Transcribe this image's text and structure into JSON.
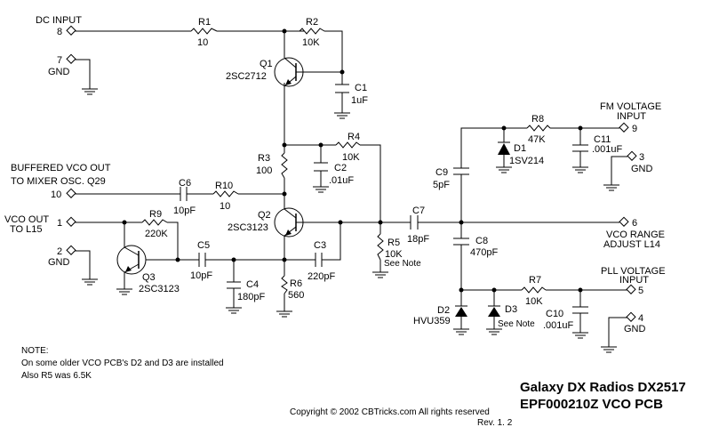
{
  "title": {
    "line1": "Galaxy DX Radios DX2517",
    "line2": "EPF000210Z  VCO PCB"
  },
  "copyright": "Copyright © 2002 CBTricks.com  All rights reserved",
  "revision": "Rev. 1. 2",
  "note": {
    "heading": "NOTE:",
    "lines": [
      "On some older VCO PCB's D2 and D3 are installed",
      "Also R5 was 6.5K"
    ]
  },
  "terminals": {
    "t8": {
      "num": "8",
      "label": "DC INPUT"
    },
    "t7": {
      "num": "7",
      "label": "GND"
    },
    "t10": {
      "num": "10",
      "label1": "BUFFERED VCO OUT",
      "label2": "TO MIXER OSC.  Q29"
    },
    "t1": {
      "num": "1",
      "label1": "VCO OUT",
      "label2": "TO  L15"
    },
    "t2": {
      "num": "2",
      "label": "GND"
    },
    "t9": {
      "num": "9",
      "label1": "FM  VOLTAGE",
      "label2": "INPUT"
    },
    "t3": {
      "num": "3",
      "label": "GND"
    },
    "t6": {
      "num": "6",
      "label1": "VCO RANGE",
      "label2": "ADJUST L14"
    },
    "t5": {
      "num": "5",
      "label1": "PLL VOLTAGE",
      "label2": "INPUT"
    },
    "t4": {
      "num": "4",
      "label": "GND"
    }
  },
  "components": {
    "R1": {
      "ref": "R1",
      "value": "10"
    },
    "R2": {
      "ref": "R2",
      "value": "10K"
    },
    "R3": {
      "ref": "R3",
      "value": "100"
    },
    "R4": {
      "ref": "R4",
      "value": "10K"
    },
    "R5": {
      "ref": "R5",
      "value": "10K",
      "note": "See Note"
    },
    "R6": {
      "ref": "R6",
      "value": "560"
    },
    "R7": {
      "ref": "R7",
      "value": "10K"
    },
    "R8": {
      "ref": "R8",
      "value": "47K"
    },
    "R9": {
      "ref": "R9",
      "value": "220K"
    },
    "R10": {
      "ref": "R10",
      "value": "10"
    },
    "C1": {
      "ref": "C1",
      "value": "1uF"
    },
    "C2": {
      "ref": "C2",
      "value": ".01uF"
    },
    "C3": {
      "ref": "C3",
      "value": "220pF"
    },
    "C4": {
      "ref": "C4",
      "value": "180pF"
    },
    "C5": {
      "ref": "C5",
      "value": "10pF"
    },
    "C6": {
      "ref": "C6",
      "value": "10pF"
    },
    "C7": {
      "ref": "C7",
      "value": "18pF"
    },
    "C8": {
      "ref": "C8",
      "value": "470pF"
    },
    "C9": {
      "ref": "C9",
      "value": "5pF"
    },
    "C10": {
      "ref": "C10",
      "value": ".001uF"
    },
    "C11": {
      "ref": "C11",
      "value": ".001uF"
    },
    "Q1": {
      "ref": "Q1",
      "value": "2SC2712"
    },
    "Q2": {
      "ref": "Q2",
      "value": "2SC3123"
    },
    "Q3": {
      "ref": "Q3",
      "value": "2SC3123"
    },
    "D1": {
      "ref": "D1",
      "value": "1SV214"
    },
    "D2": {
      "ref": "D2",
      "value": "HVU359"
    },
    "D3": {
      "ref": "D3",
      "value": "See Note"
    }
  }
}
